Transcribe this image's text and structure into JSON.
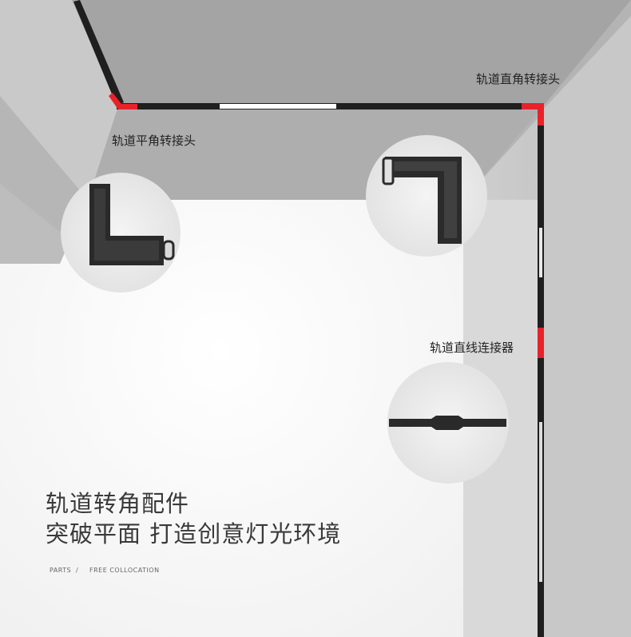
{
  "labels": {
    "flat_corner": "轨道平角转接头",
    "right_angle": "轨道直角转接头",
    "straight": "轨道直线连接器"
  },
  "headline": {
    "line1": "轨道转角配件",
    "line2": "突破平面 打造创意灯光环境"
  },
  "crumbs": {
    "left": "PARTS",
    "sep": "/",
    "right": "FREE COLLOCATION"
  },
  "colors": {
    "accent": "#e8222a",
    "track": "#1f1f1f"
  }
}
